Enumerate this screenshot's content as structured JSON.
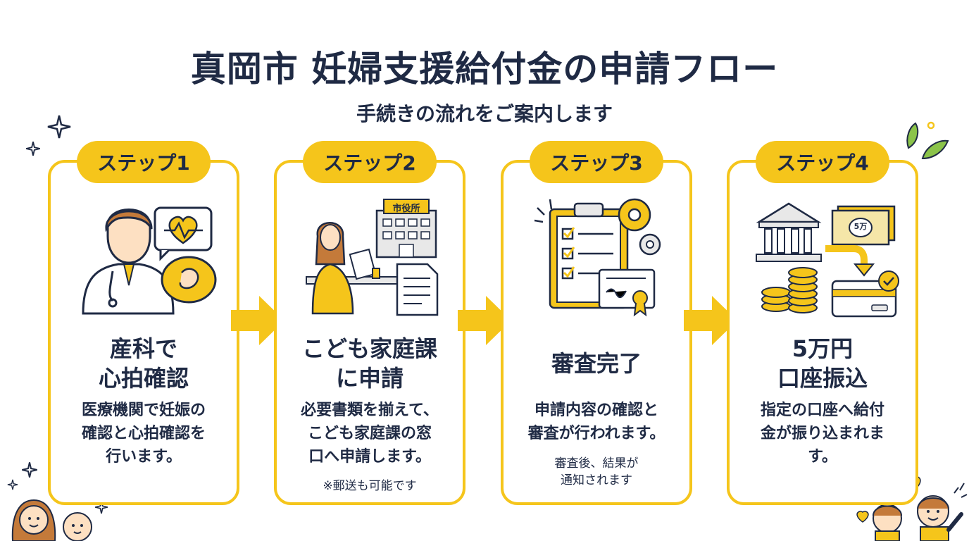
{
  "title": "真岡市 妊婦支援給付金の申請フロー",
  "subtitle": "手続きの流れをご案内します",
  "steps": [
    {
      "badge": "ステップ1",
      "heading": [
        "産科で",
        "心拍確認"
      ],
      "desc": [
        "医療機関で妊娠の",
        "確認と心拍確認を",
        "行います。"
      ],
      "note": []
    },
    {
      "badge": "ステップ2",
      "sign": "市役所",
      "heading": [
        "こども家庭課",
        "に申請"
      ],
      "desc": [
        "必要書類を揃えて、",
        "こども家庭課の窓",
        "口へ申請します。"
      ],
      "note": [
        "※郵送も可能です"
      ]
    },
    {
      "badge": "ステップ3",
      "heading": [
        "審査完了"
      ],
      "desc": [
        "申請内容の確認と",
        "審査が行われます。"
      ],
      "note": [
        "審査後、結果が",
        "通知されます"
      ]
    },
    {
      "badge": "ステップ4",
      "bill": "5万",
      "heading": [
        "5万円",
        "口座振込"
      ],
      "desc": [
        "指定の口座へ給付",
        "金が振り込まれま",
        "す。"
      ],
      "note": []
    }
  ],
  "colors": {
    "accent": "#f5c51b",
    "text": "#1f2a44"
  }
}
